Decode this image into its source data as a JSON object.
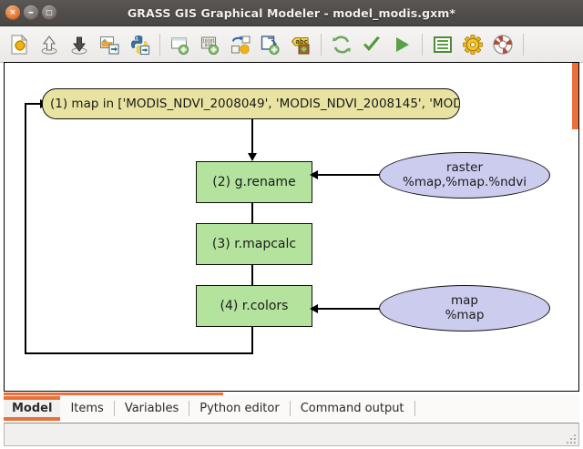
{
  "window": {
    "title": "GRASS GIS Graphical Modeler - model_modis.gxm*",
    "close_glyph": "×",
    "minimize_glyph": "–",
    "maximize_glyph": "□",
    "buttons": [
      {
        "name": "close-button",
        "label": "Close"
      },
      {
        "name": "minimize-button",
        "label": "Minimize"
      },
      {
        "name": "maximize-button",
        "label": "Maximize"
      }
    ]
  },
  "toolbar": {
    "items": [
      {
        "icon": "new-model-icon",
        "label": "Create new model"
      },
      {
        "icon": "open-model-icon",
        "label": "Load model from file"
      },
      {
        "icon": "save-model-icon",
        "label": "Save current model to file"
      },
      {
        "icon": "export-image-icon",
        "label": "Export model to image"
      },
      {
        "icon": "export-python-icon",
        "label": "Export model to Python script"
      },
      {
        "sep": true
      },
      {
        "icon": "add-command-icon",
        "label": "Add command (GRASS module) to model"
      },
      {
        "icon": "add-data-icon",
        "label": "Add data to model"
      },
      {
        "icon": "add-relation-icon",
        "label": "Manually define relation between data and commands"
      },
      {
        "icon": "add-loop-icon",
        "label": "Add loop / series to model"
      },
      {
        "icon": "add-comment-icon",
        "label": "Add comment to model"
      },
      {
        "sep": true
      },
      {
        "icon": "redraw-icon",
        "label": "Redraw model canvas"
      },
      {
        "icon": "validate-icon",
        "label": "Validate model"
      },
      {
        "icon": "run-icon",
        "label": "Run model"
      },
      {
        "sep": true
      },
      {
        "icon": "properties-icon",
        "label": "Show modeler settings"
      },
      {
        "icon": "settings-icon",
        "label": "Modeler settings"
      },
      {
        "icon": "help-icon",
        "label": "Show manual"
      },
      {
        "sep": true
      }
    ]
  },
  "canvas": {
    "nodes": [
      {
        "id": "n1",
        "kind": "data-loop",
        "label": "(1) map in ['MODIS_NDVI_2008049', 'MODIS_NDVI_2008145', 'MOD",
        "fill": "#e8e3a0"
      },
      {
        "id": "n2",
        "kind": "command",
        "label": "(2) g.rename",
        "fill": "#b3e39c"
      },
      {
        "id": "n3",
        "kind": "command",
        "label": "(3) r.mapcalc",
        "fill": "#b3e39c"
      },
      {
        "id": "n4",
        "kind": "command",
        "label": "(4) r.colors",
        "fill": "#b3e39c"
      },
      {
        "id": "p1",
        "kind": "parameter",
        "line1": "raster",
        "line2": "%map,%map.%ndvi",
        "fill": "#ccccee"
      },
      {
        "id": "p2",
        "kind": "parameter",
        "line1": "map",
        "line2": "%map",
        "fill": "#ccccee"
      }
    ],
    "scrollbar": {
      "orientation": "vertical",
      "color": "#e8713c"
    }
  },
  "tabs": [
    {
      "label": "Model",
      "active": true
    },
    {
      "label": "Items",
      "active": false
    },
    {
      "label": "Variables",
      "active": false
    },
    {
      "label": "Python editor",
      "active": false
    },
    {
      "label": "Command output",
      "active": false
    }
  ],
  "statusbar": {
    "text": ""
  },
  "colors": {
    "accent": "#e8713c",
    "titlebar": "#514d4a",
    "node_data": "#e8e3a0",
    "node_command": "#b3e39c",
    "node_parameter": "#ccccee"
  }
}
